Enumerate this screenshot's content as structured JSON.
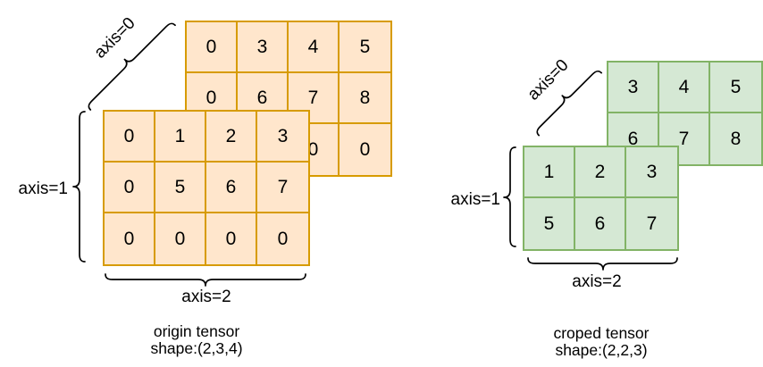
{
  "colors": {
    "background": "#ffffff",
    "origin_fill": "#ffe6cc",
    "origin_stroke": "#d79b00",
    "cropped_fill": "#d5e8d4",
    "cropped_stroke": "#82b366",
    "text": "#000000"
  },
  "left_diagram": {
    "axis0_label": "axis=0",
    "axis1_label": "axis=1",
    "axis2_label": "axis=2",
    "back_layer_rows": [
      [
        "0",
        "3",
        "4",
        "5"
      ],
      [
        "0",
        "6",
        "7",
        "8"
      ],
      [
        "",
        "",
        "0",
        "0"
      ]
    ],
    "front_layer_rows": [
      [
        "0",
        "1",
        "2",
        "3"
      ],
      [
        "0",
        "5",
        "6",
        "7"
      ],
      [
        "0",
        "0",
        "0",
        "0"
      ]
    ],
    "caption_line1": "origin tensor",
    "caption_line2": "shape:(2,3,4)"
  },
  "right_diagram": {
    "axis0_label": "axis=0",
    "axis1_label": "axis=1",
    "axis2_label": "axis=2",
    "back_layer_rows": [
      [
        "3",
        "4",
        "5"
      ],
      [
        "6",
        "7",
        "8"
      ]
    ],
    "front_layer_rows": [
      [
        "1",
        "2",
        "3"
      ],
      [
        "5",
        "6",
        "7"
      ]
    ],
    "caption_line1": "croped tensor",
    "caption_line2": "shape:(2,2,3)"
  }
}
